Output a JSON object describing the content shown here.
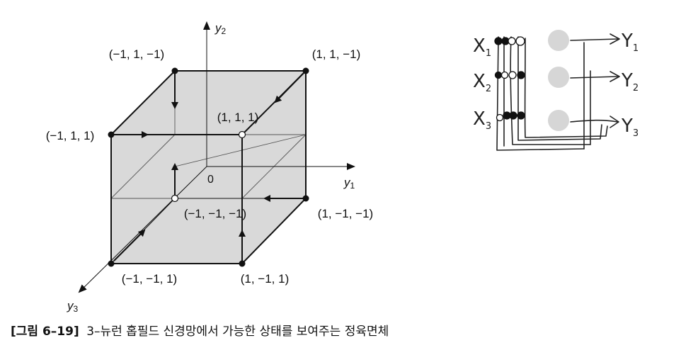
{
  "cube": {
    "axes": {
      "y1": {
        "name": "y",
        "sub": "1"
      },
      "y2": {
        "name": "y",
        "sub": "2"
      },
      "y3": {
        "name": "y",
        "sub": "3"
      }
    },
    "origin": "0",
    "vertices": {
      "top_back_left": "(−1, 1, −1)",
      "top_back_right": "(1, 1, −1)",
      "top_front_left": "(−1, 1, 1)",
      "top_front_right": "(1, 1, 1)",
      "bottom_back_left": "(−1, −1, −1)",
      "bottom_back_right": "(1, −1, −1)",
      "bottom_front_left": "(−1, −1, 1)",
      "bottom_front_right": "(1, −1, 1)"
    }
  },
  "network_sketch": {
    "inputs": [
      "X",
      "X",
      "X"
    ],
    "input_subs": [
      "1",
      "2",
      "3"
    ],
    "outputs": [
      "Y",
      "Y",
      "Y"
    ],
    "output_subs": [
      "1",
      "2",
      "3"
    ]
  },
  "caption": {
    "label": "[그림 6–19]",
    "text": "3–뉴런 홉필드 신경망에서 가능한 상태를 보여주는 정육면체"
  }
}
